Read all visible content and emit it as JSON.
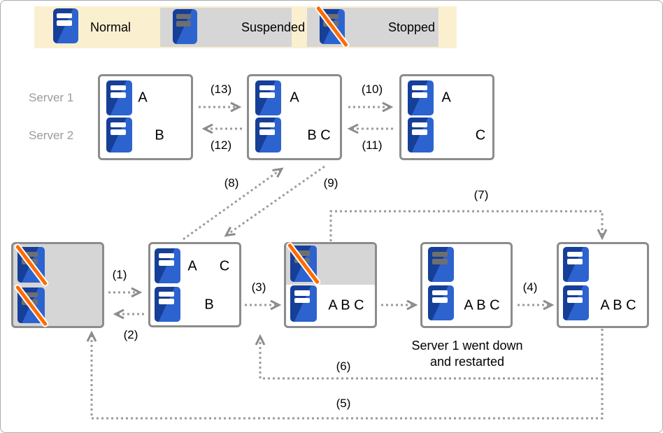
{
  "legend": {
    "items": [
      {
        "label": "Normal",
        "state": "normal"
      },
      {
        "label": "Suspended",
        "state": "suspended"
      },
      {
        "label": "Stopped",
        "state": "stopped"
      }
    ]
  },
  "server_rows": {
    "row1": "Server 1",
    "row2": "Server 2"
  },
  "top_row": {
    "box1": {
      "row1": "A",
      "row2": "B"
    },
    "box2": {
      "row1": "A",
      "row2": "B C"
    },
    "box3": {
      "row1": "A",
      "row2": "C"
    }
  },
  "bottom_row": {
    "box2": {
      "row1_left": "A",
      "row1_right": "C",
      "row2": "B"
    },
    "box3": {
      "row2": "A B C"
    },
    "box4": {
      "row2": "A B C"
    },
    "box5": {
      "row2": "A B C"
    }
  },
  "note": {
    "line1": "Server 1 went down",
    "line2": "and restarted"
  },
  "arrow_labels": {
    "n1": "(1)",
    "n2": "(2)",
    "n3": "(3)",
    "n4": "(4)",
    "n5": "(5)",
    "n6": "(6)",
    "n7": "(7)",
    "n8": "(8)",
    "n9": "(9)",
    "n10": "(10)",
    "n11": "(11)",
    "n12": "(12)",
    "n13": "(13)"
  },
  "icons": {
    "normal": "server-normal-icon",
    "suspended": "server-suspended-icon",
    "stopped": "server-stopped-icon"
  },
  "colors": {
    "server_blue_dark": "#163F97",
    "server_blue_light": "#2D63CF",
    "bar_white": "#FFFFFF",
    "bar_gray": "#6F6F6F",
    "slash_orange": "#FF6A00",
    "legend_bg": "#FAF0D0",
    "chip_gray": "#D6D6D6",
    "box_border": "#8C8C8C",
    "arrow_gray": "#9B9B9B",
    "row_label_gray": "#9A9A9A"
  }
}
